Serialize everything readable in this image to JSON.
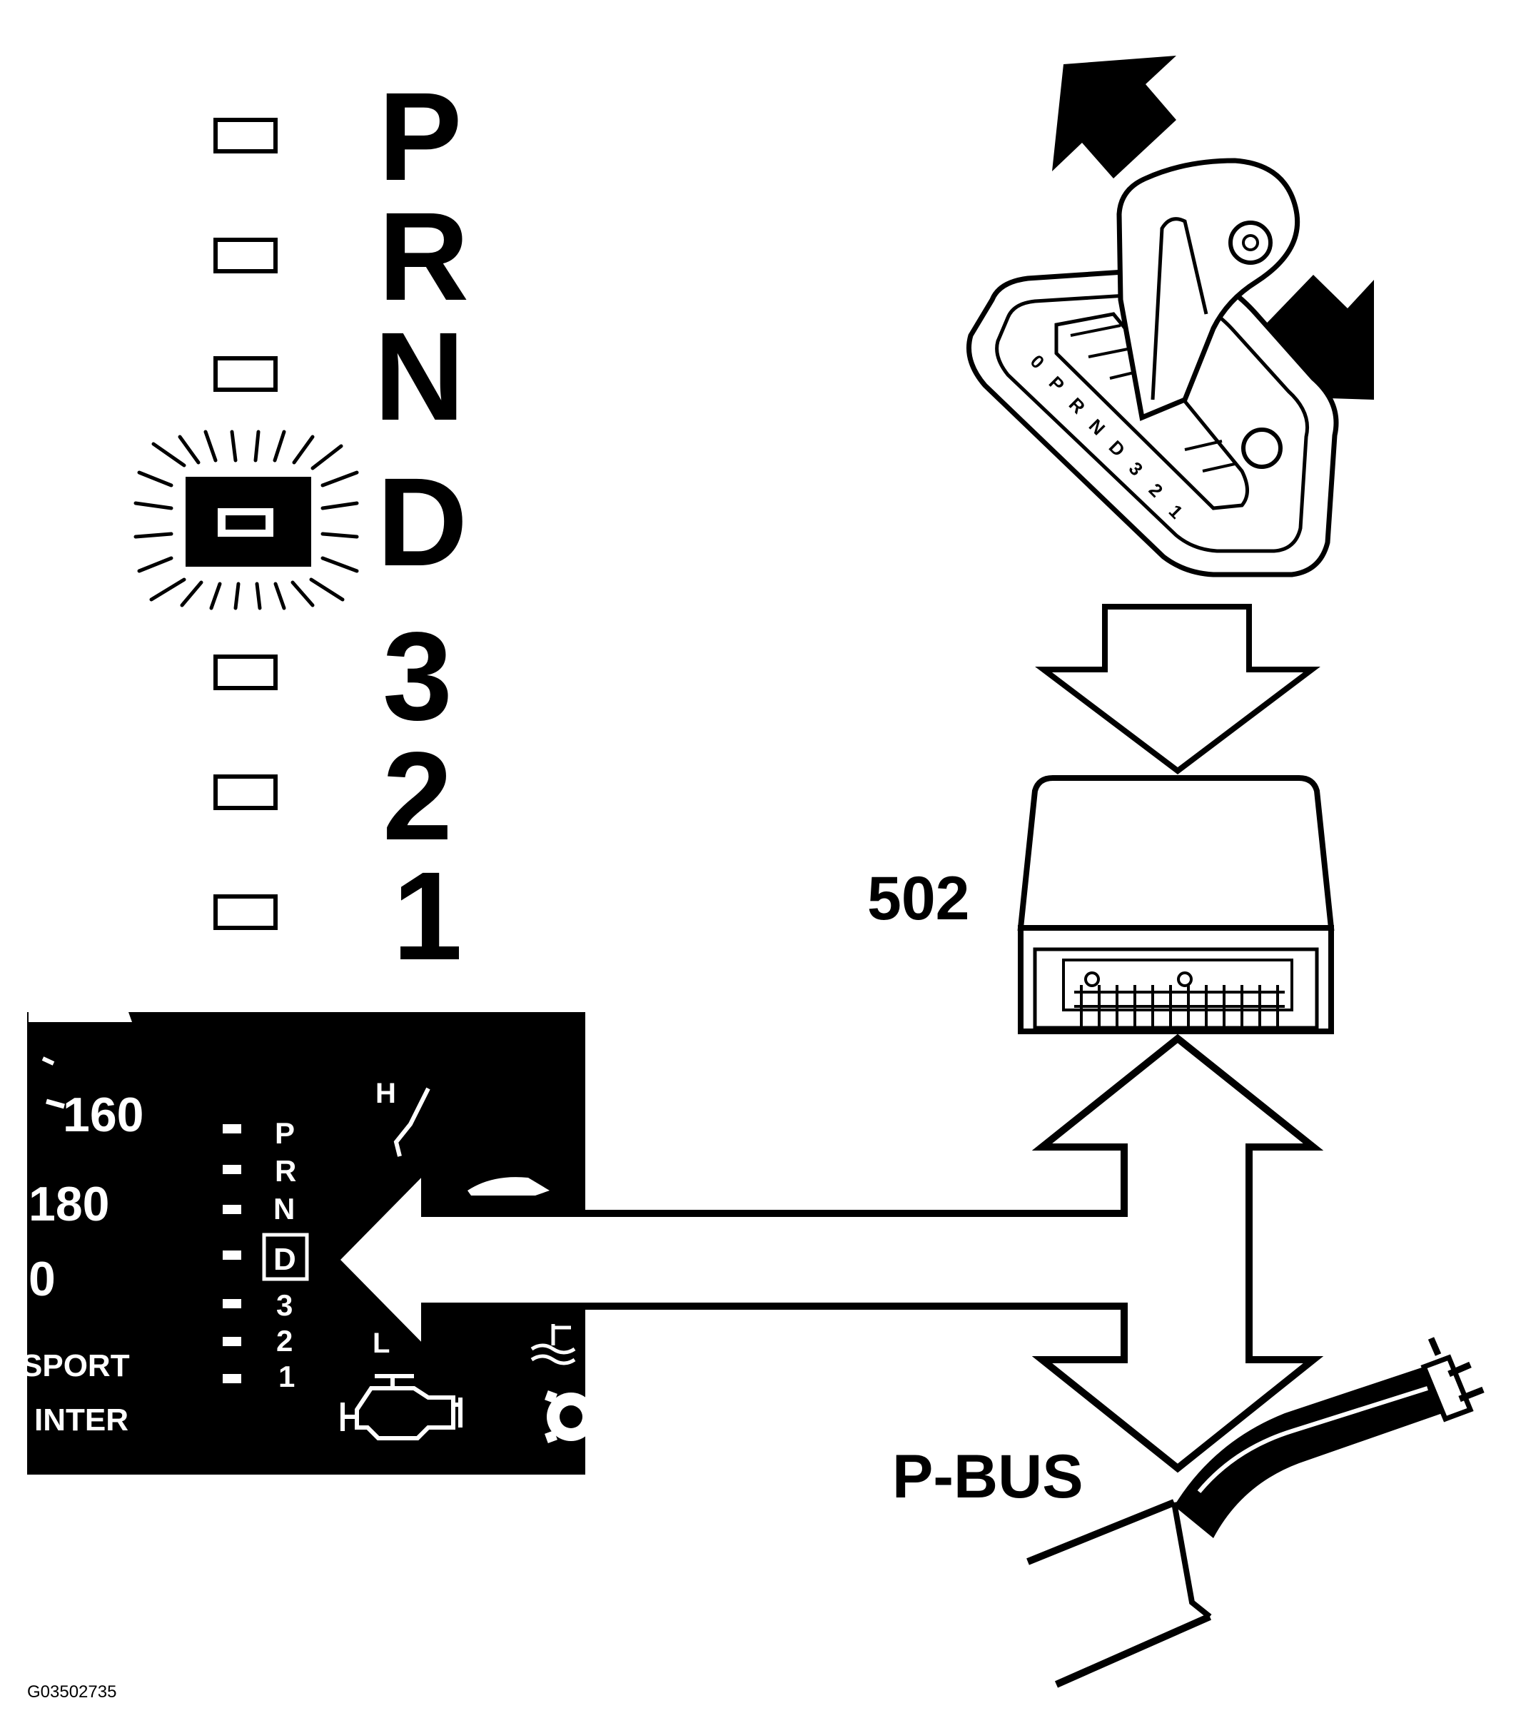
{
  "gear_indicator": {
    "positions": [
      "P",
      "R",
      "N",
      "D",
      "3",
      "2",
      "1"
    ],
    "active": "D"
  },
  "cluster": {
    "speed_labels": [
      "160",
      "180",
      "0"
    ],
    "gears": [
      "P",
      "R",
      "N",
      "D",
      "3",
      "2",
      "1"
    ],
    "active_gear": "D",
    "temp_high": "H",
    "temp_low": "L",
    "mode_sport": "SPORT",
    "mode_inter": "INTER"
  },
  "labels": {
    "module": "502",
    "bus": "P-BUS",
    "figure_code": "G03502735"
  },
  "colors": {
    "ink": "#000000",
    "paper": "#ffffff"
  }
}
